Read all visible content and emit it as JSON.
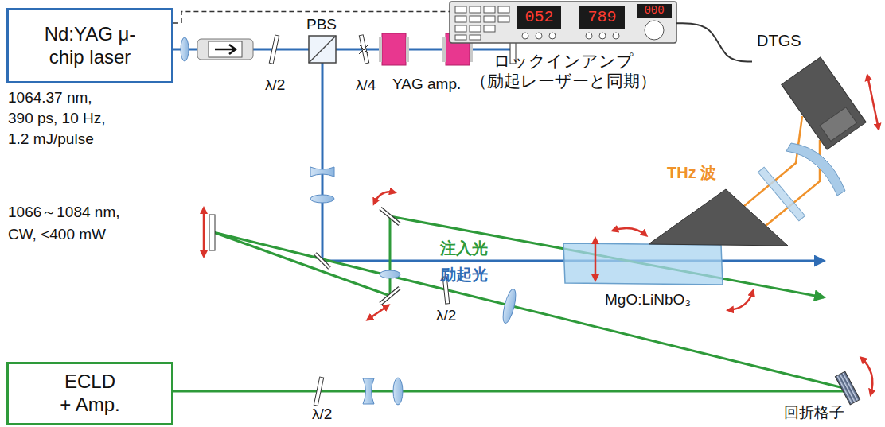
{
  "diagram": {
    "nodes": [
      {
        "text": [
          "Nd:YAG μ-chip laser"
        ]
      },
      {
        "text": [
          "052",
          "789",
          "000",
          "ロックインアンプ （励起レーザーと同期）"
        ]
      },
      {
        "text": [
          "DTGS"
        ]
      },
      {
        "text": [
          "ECLD + Amp."
        ]
      }
    ],
    "edges": [
      {
        "from": 0,
        "to": 1,
        "arrow": "none"
      },
      {
        "from": 1,
        "to": 2,
        "arrow": "none"
      }
    ],
    "labels": [
      "PBS",
      "λ/2",
      "λ/4",
      "YAG amp.",
      "1064.37 nm,",
      "390 ps, 10 Hz,",
      "1.2 mJ/pulse",
      "注入光",
      "励起光",
      "THz 波",
      "MgO:LiNbO₃",
      "1066～1084 nm,",
      "CW, <400 mW",
      "λ/2",
      "回折格子",
      "λ/2"
    ]
  }
}
